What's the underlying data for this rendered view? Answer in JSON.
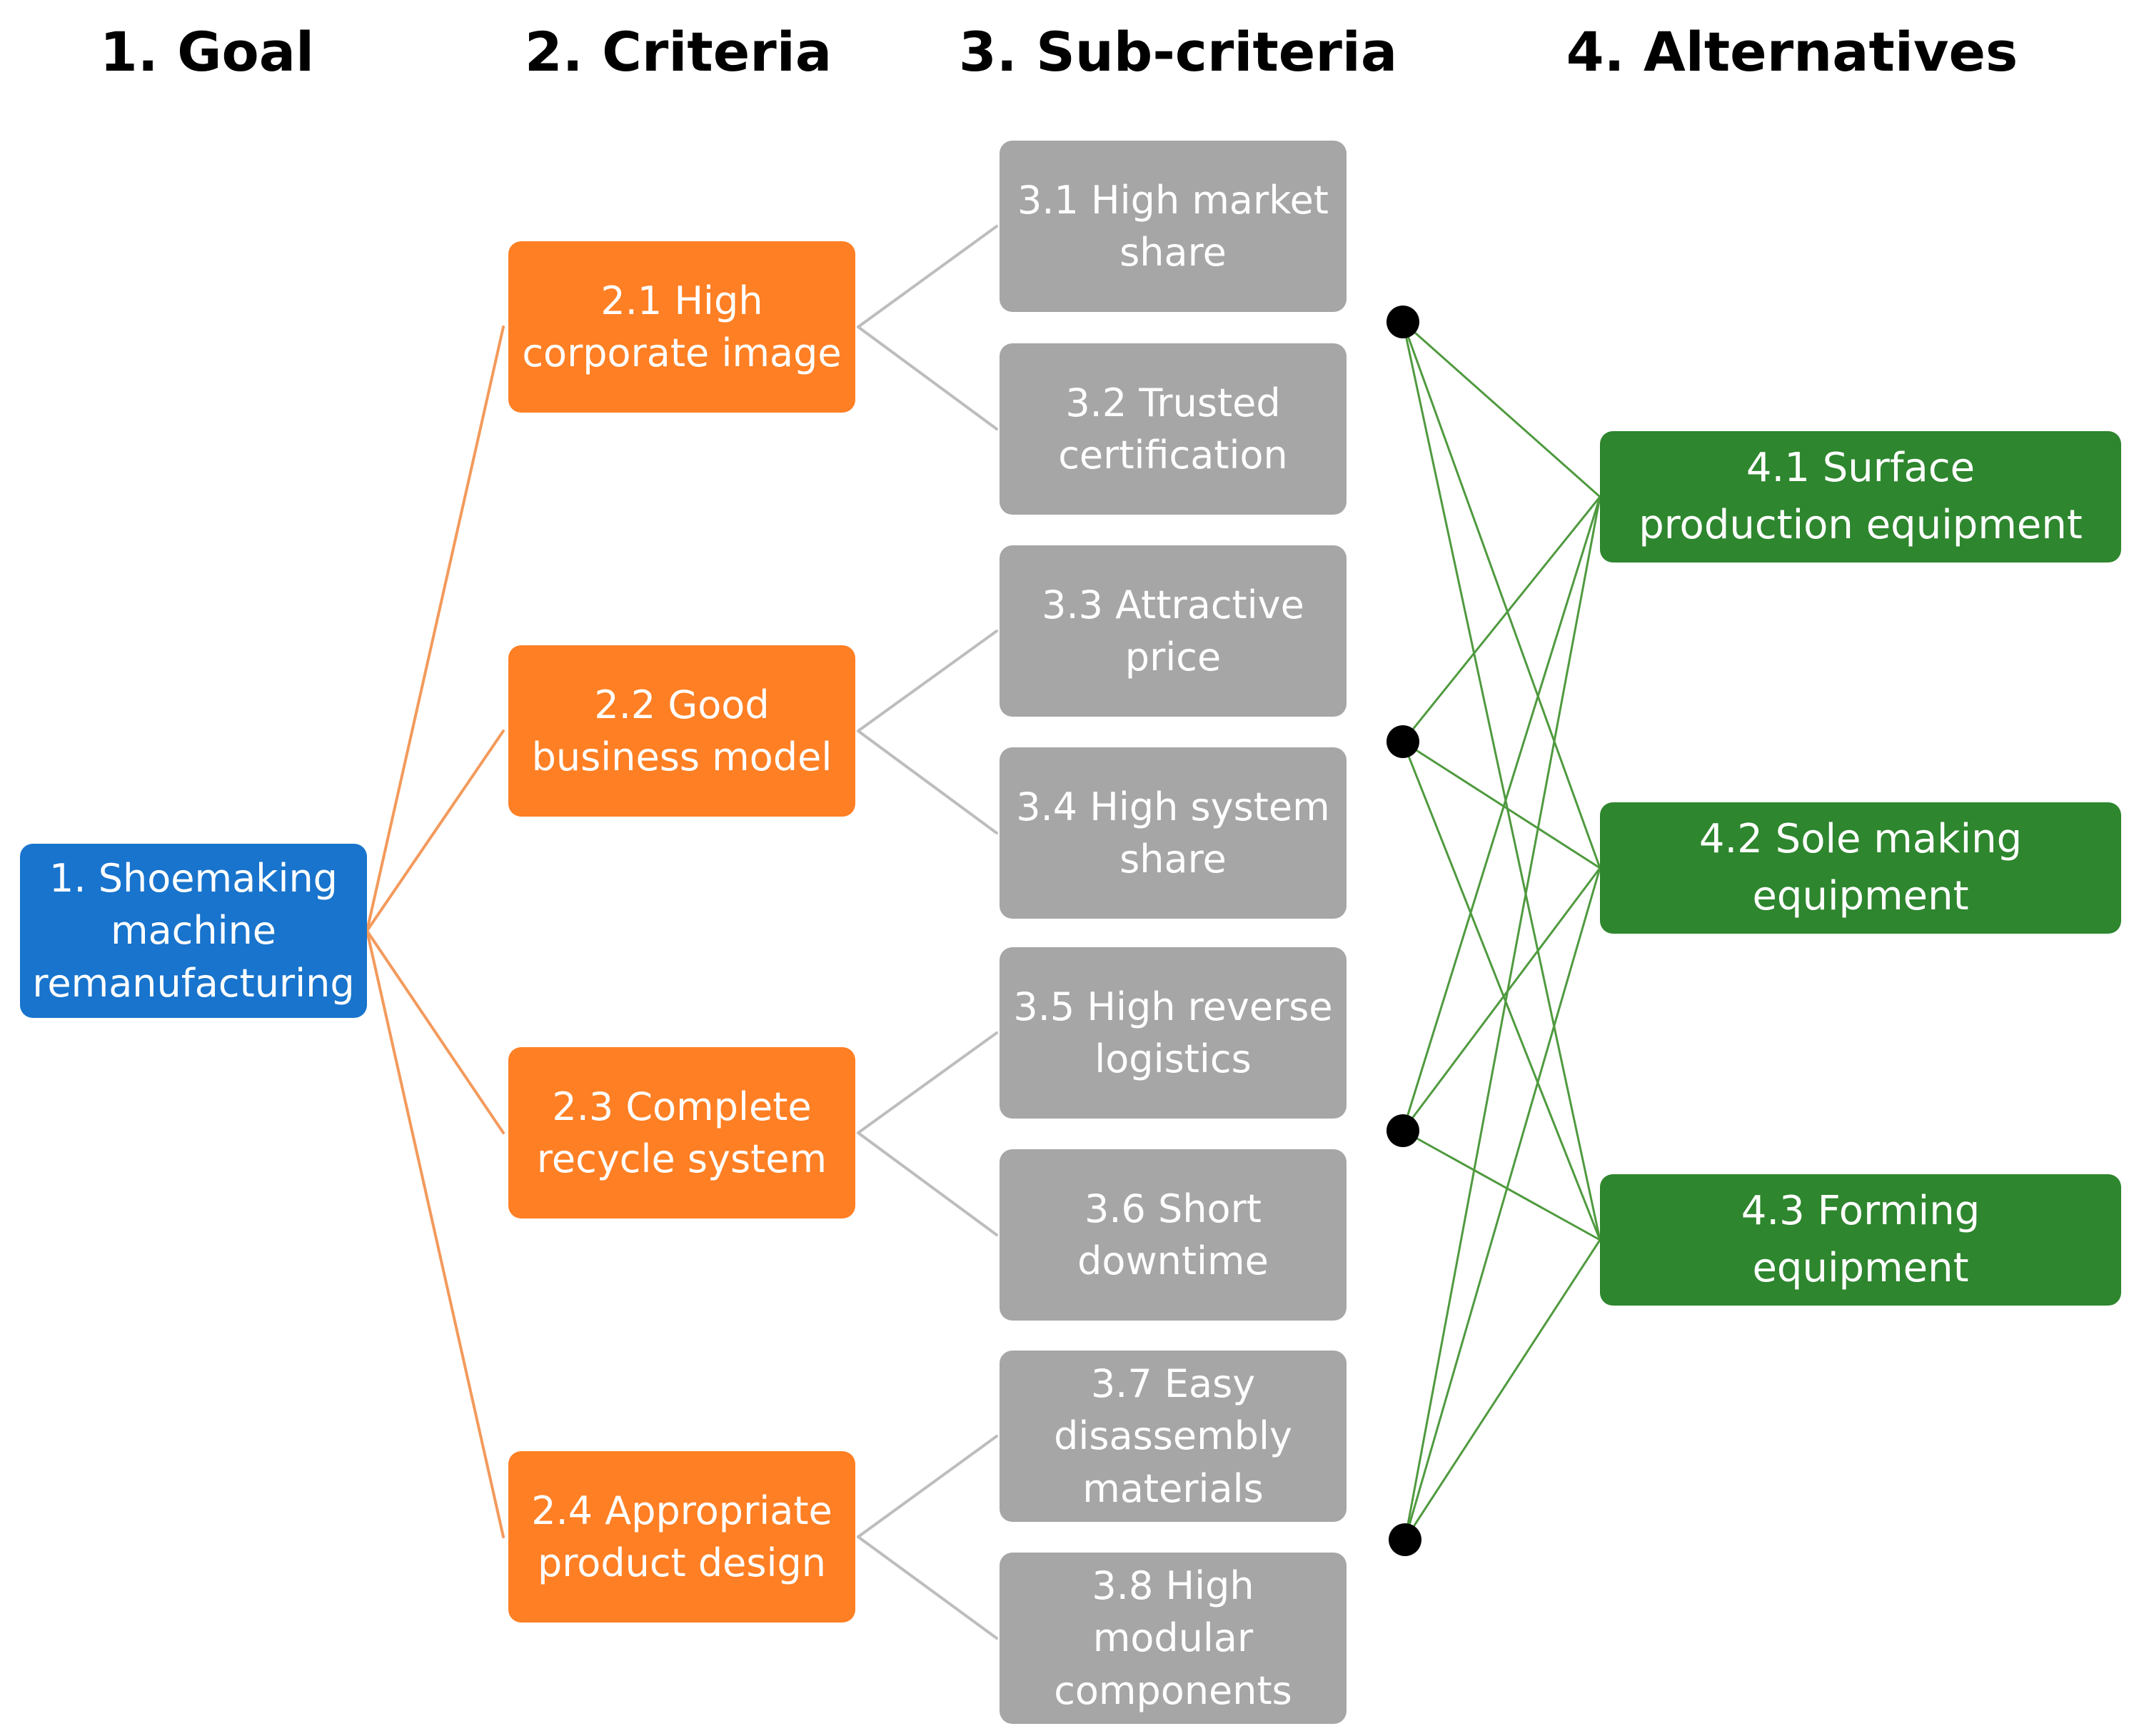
{
  "colors": {
    "goal": "#1874CD",
    "criteria": "#FF7F24",
    "sub_criteria": "#A6A6A6",
    "alternatives": "#2E862E",
    "criteria_link": "#F39A5C",
    "sub_link": "#BDBDBD",
    "alt_link": "#4F9A3F",
    "junction": "#000000"
  },
  "headers": {
    "goal": "1. Goal",
    "criteria": "2. Criteria",
    "sub_criteria": "3. Sub-criteria",
    "alternatives": "4. Alternatives"
  },
  "goal": {
    "id": "1",
    "lines": [
      "1. Shoemaking",
      "machine",
      "remanufacturing"
    ]
  },
  "criteria": [
    {
      "id": "2.1",
      "lines": [
        "2.1 High",
        "corporate image"
      ]
    },
    {
      "id": "2.2",
      "lines": [
        "2.2 Good",
        "business model"
      ]
    },
    {
      "id": "2.3",
      "lines": [
        "2.3 Complete",
        "recycle system"
      ]
    },
    {
      "id": "2.4",
      "lines": [
        "2.4 Appropriate",
        "product design"
      ]
    }
  ],
  "sub_criteria": [
    {
      "id": "3.1",
      "parent": "2.1",
      "lines": [
        "3.1 High market",
        "share"
      ]
    },
    {
      "id": "3.2",
      "parent": "2.1",
      "lines": [
        "3.2 Trusted",
        "certification"
      ]
    },
    {
      "id": "3.3",
      "parent": "2.2",
      "lines": [
        "3.3 Attractive",
        "price"
      ]
    },
    {
      "id": "3.4",
      "parent": "2.2",
      "lines": [
        "3.4 High system",
        "share"
      ]
    },
    {
      "id": "3.5",
      "parent": "2.3",
      "lines": [
        "3.5 High reverse",
        "logistics"
      ]
    },
    {
      "id": "3.6",
      "parent": "2.3",
      "lines": [
        "3.6 Short",
        "downtime"
      ]
    },
    {
      "id": "3.7",
      "parent": "2.4",
      "lines": [
        "3.7 Easy",
        "disassembly",
        "materials"
      ]
    },
    {
      "id": "3.8",
      "parent": "2.4",
      "lines": [
        "3.8 High",
        "modular",
        "components"
      ]
    }
  ],
  "alternatives": [
    {
      "id": "4.1",
      "lines": [
        "4.1  Surface",
        "production equipment"
      ]
    },
    {
      "id": "4.2",
      "lines": [
        "4.2 Sole making",
        "equipment"
      ]
    },
    {
      "id": "4.3",
      "lines": [
        "4.3 Forming",
        "equipment"
      ]
    }
  ]
}
